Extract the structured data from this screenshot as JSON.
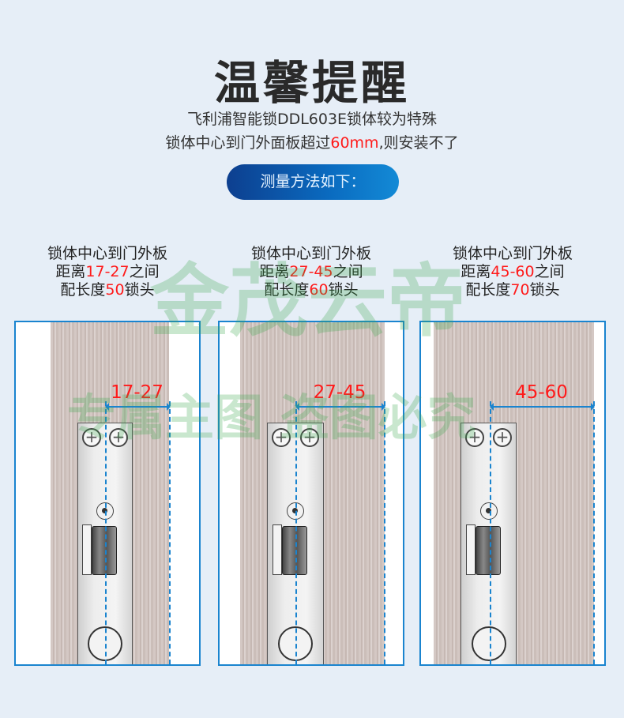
{
  "header": {
    "title": "温馨提醒",
    "line1": "飞利浦智能锁DDL603E锁体较为特殊",
    "line2_pre": "锁体中心到门外面板超过",
    "line2_red": "60mm",
    "line2_post": ",则安装不了",
    "button": "测量方法如下："
  },
  "panels": [
    {
      "l1": "锁体中心到门外板",
      "l2_pre": "距离",
      "l2_red": "17-27",
      "l2_post": "之间",
      "l3_pre": "配长度",
      "l3_red": "50",
      "l3_post": "锁头",
      "range": "17-27"
    },
    {
      "l1": "锁体中心到门外板",
      "l2_pre": "距离",
      "l2_red": "27-45",
      "l2_post": "之间",
      "l3_pre": "配长度",
      "l3_red": "60",
      "l3_post": "锁头",
      "range": "27-45"
    },
    {
      "l1": "锁体中心到门外板",
      "l2_pre": "距离",
      "l2_red": "45-60",
      "l2_post": "之间",
      "l3_pre": "配长度",
      "l3_red": "70",
      "l3_post": "锁头",
      "range": "45-60"
    }
  ],
  "watermark": {
    "line1": "金茂云帝",
    "line2": "专属主图  盗图必究"
  },
  "colors": {
    "accent": "#1a84cf",
    "highlight": "#ff1a1a"
  }
}
